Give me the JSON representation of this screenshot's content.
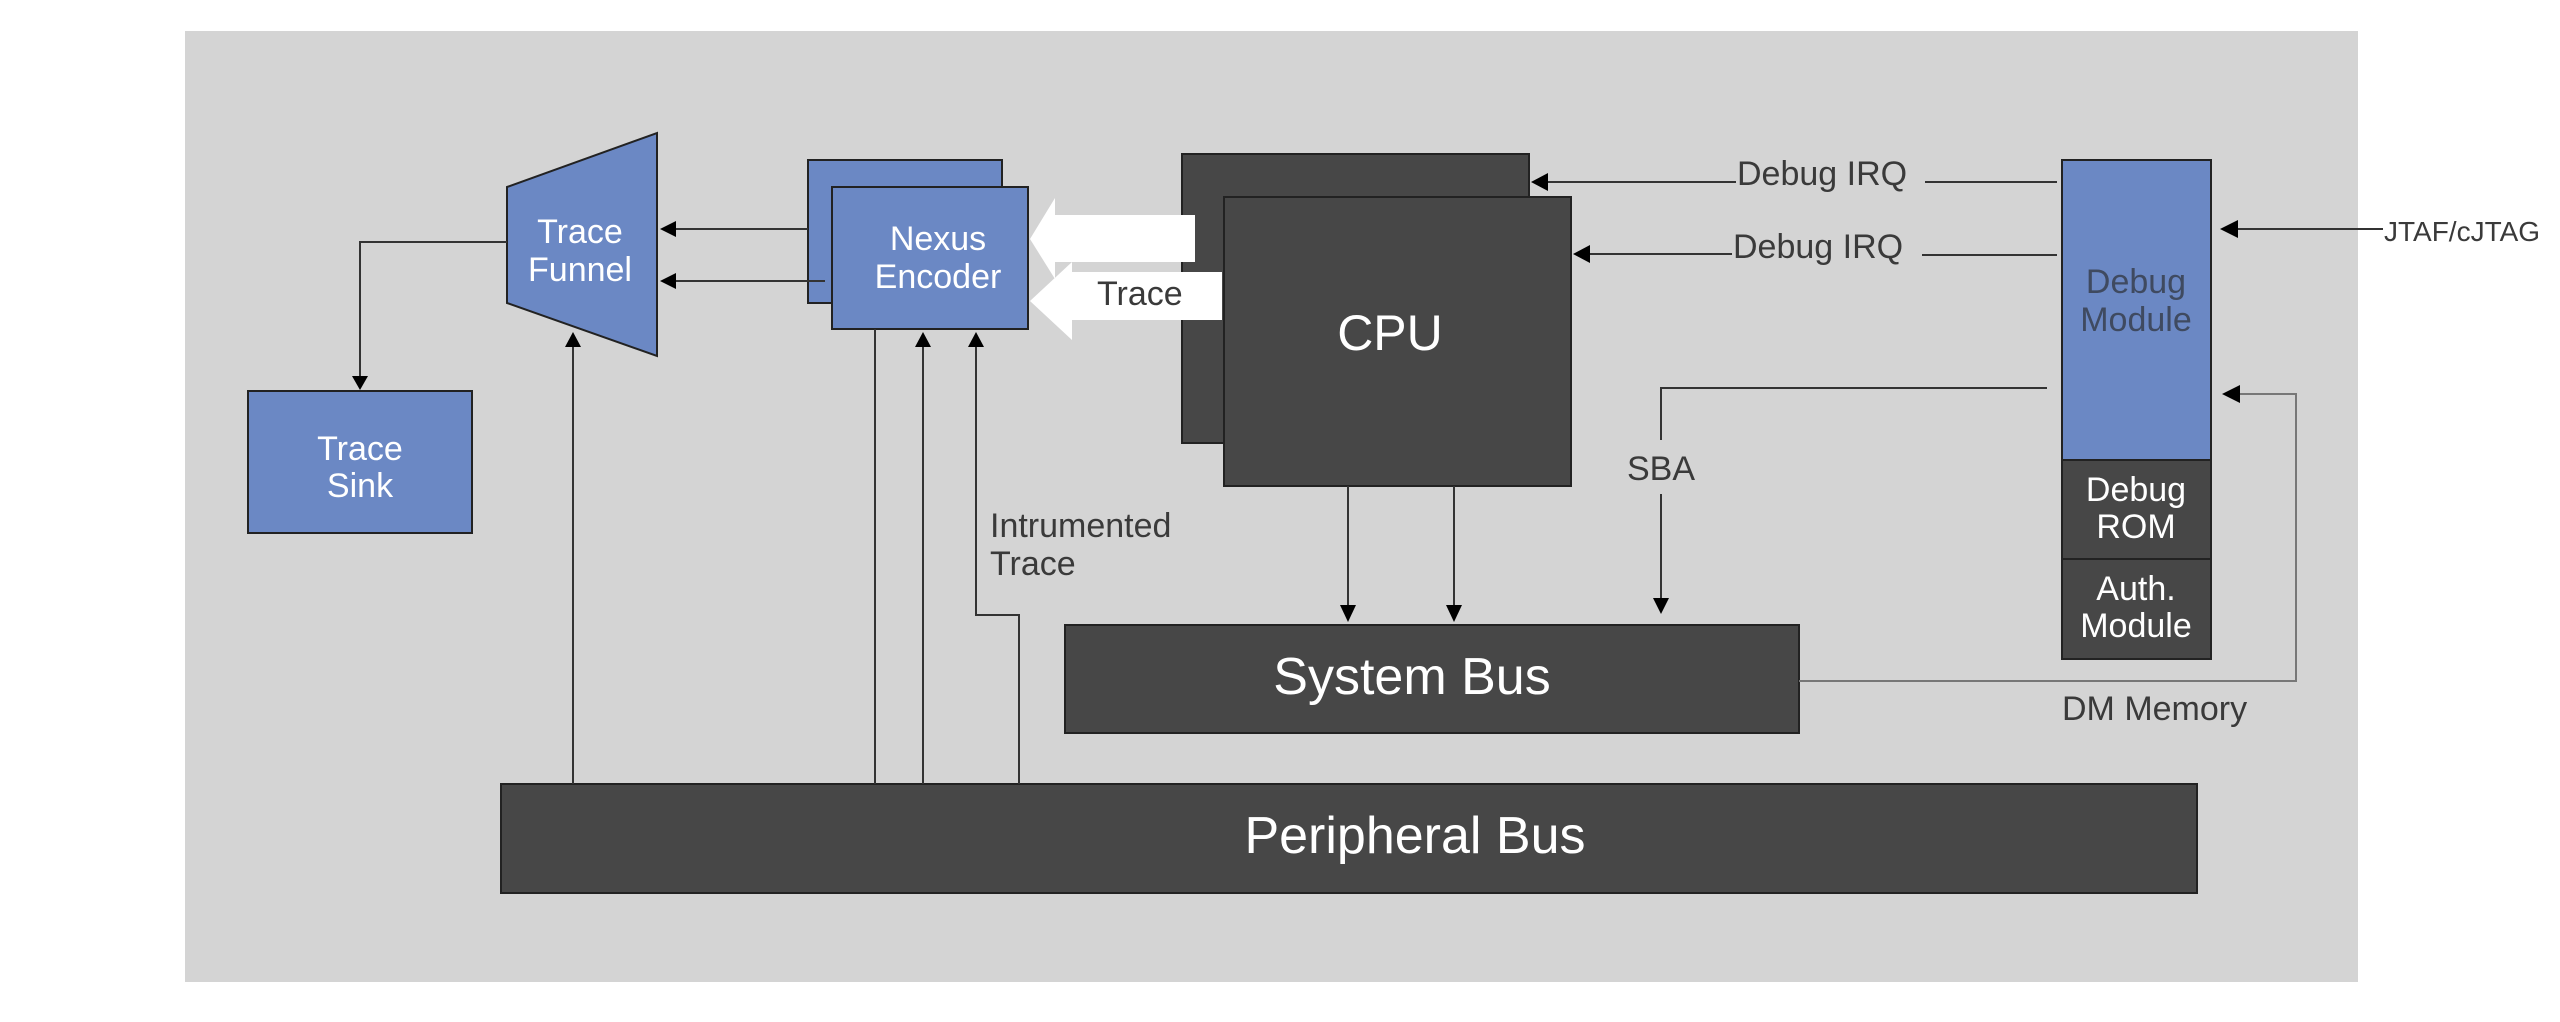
{
  "colors": {
    "panel": "#d4d4d4",
    "blue_block": "#6b88c4",
    "dark_block": "#474747",
    "block_outline": "#222222",
    "arrow_fill": "#ffffff"
  },
  "blocks": {
    "trace_funnel": {
      "line1": "Trace",
      "line2": "Funnel"
    },
    "trace_sink": {
      "line1": "Trace",
      "line2": "Sink"
    },
    "nexus_encoder": {
      "line1": "Nexus",
      "line2": "Encoder"
    },
    "cpu": {
      "label": "CPU"
    },
    "debug_module": {
      "line1": "Debug",
      "line2": "Module"
    },
    "debug_rom": {
      "line1": "Debug",
      "line2": "ROM"
    },
    "auth_module": {
      "line1": "Auth.",
      "line2": "Module"
    },
    "system_bus": {
      "label": "System Bus"
    },
    "peripheral_bus": {
      "label": "Peripheral Bus"
    }
  },
  "signals": {
    "trace": "Trace",
    "debug_irq_1": "Debug IRQ",
    "debug_irq_2": "Debug IRQ",
    "jtag": "JTAF/cJTAG",
    "sba": "SBA",
    "instrumented_line1": "Intrumented",
    "instrumented_line2": "Trace",
    "dm_memory": "DM Memory"
  }
}
